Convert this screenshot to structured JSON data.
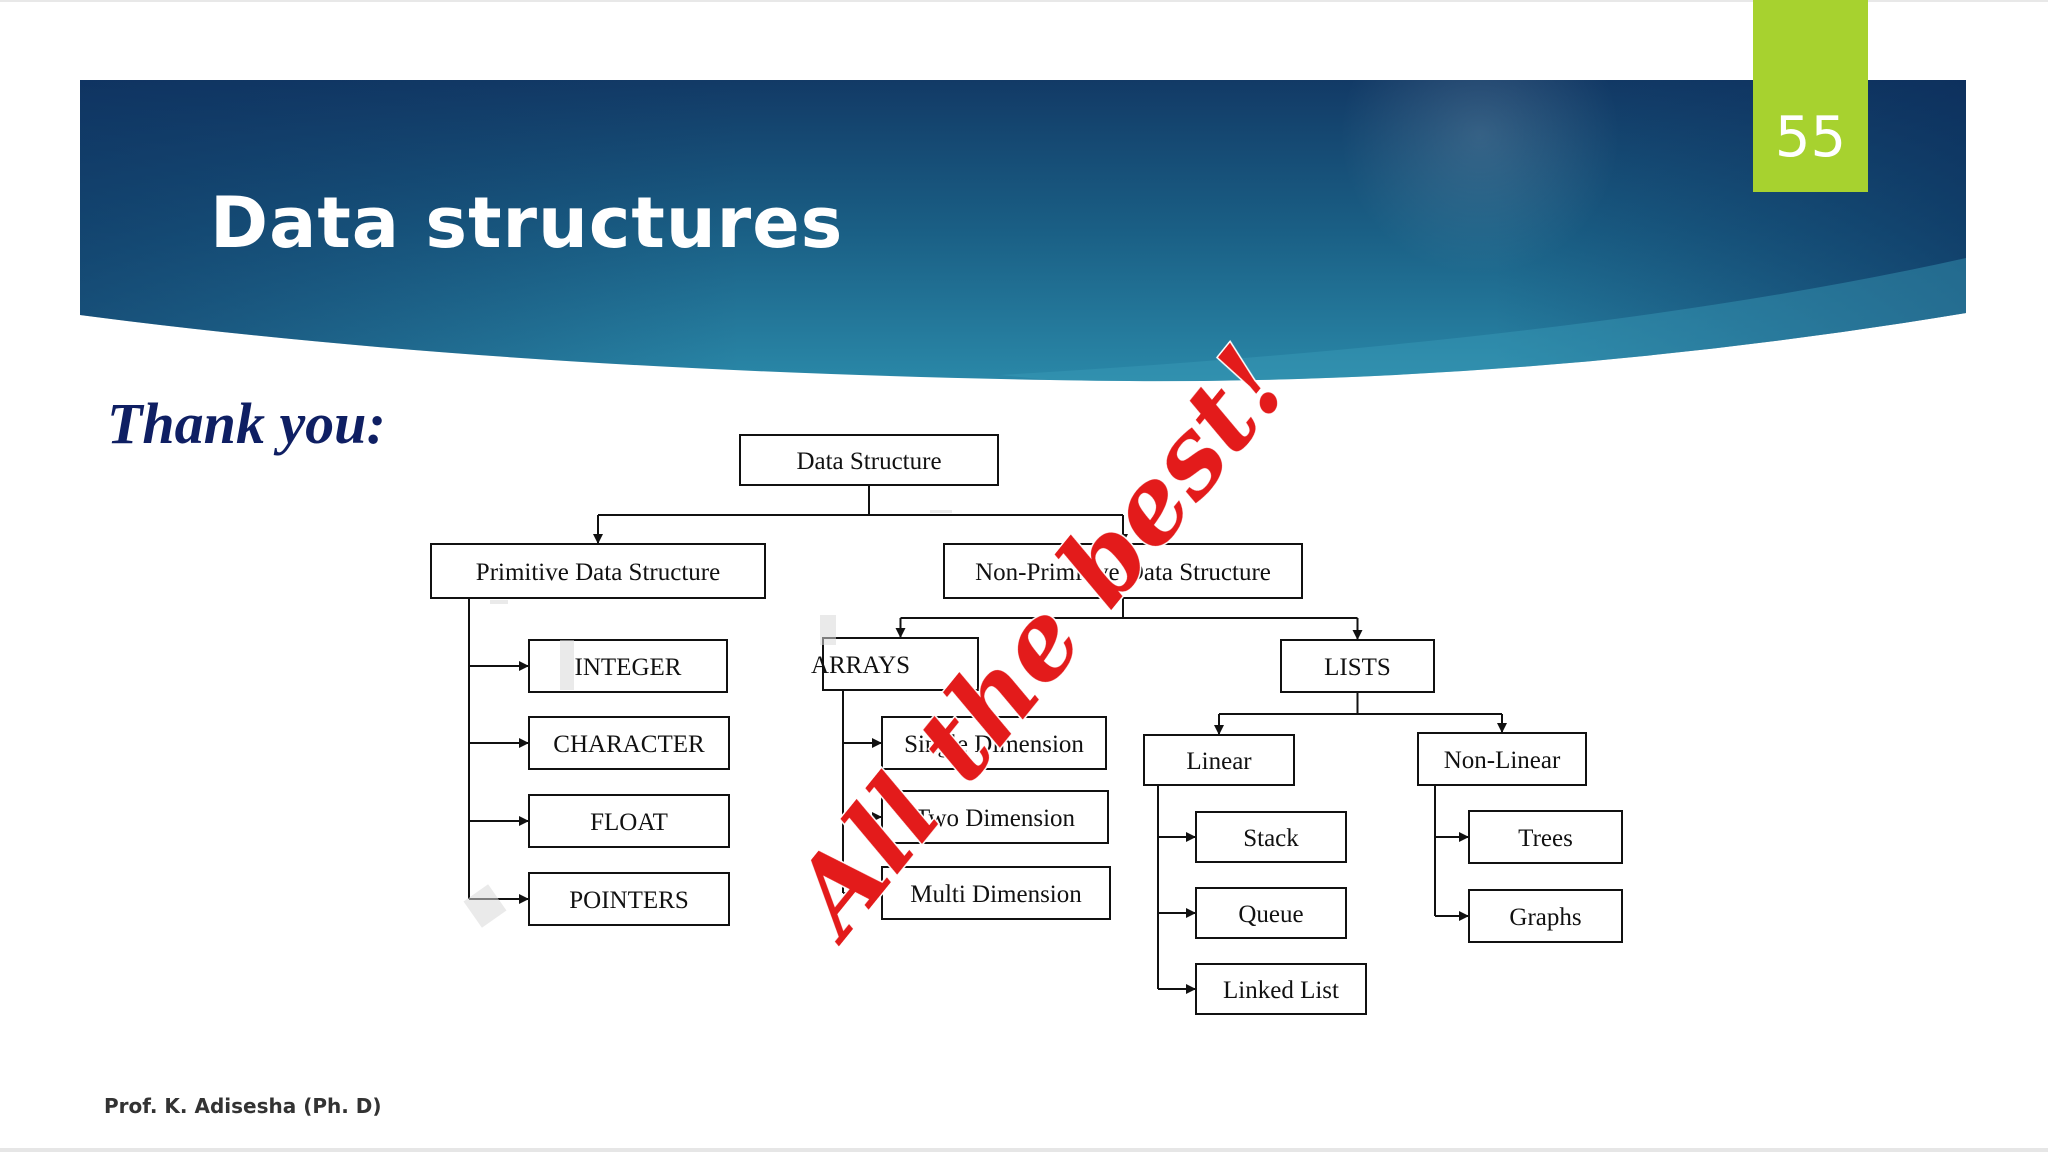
{
  "slide": {
    "title": "Data structures",
    "number": "55",
    "subtitle": "Thank you:",
    "footer": "Prof. K. Adisesha (Ph. D)",
    "overlay_text": "All the best!"
  },
  "colors": {
    "banner_dark": "#0d2f5e",
    "banner_mid": "#1c6b8f",
    "accent_green": "#a7d22f",
    "subtitle_navy": "#0f1f63",
    "overlay_red": "#e31b1b"
  },
  "diagram": {
    "nodes": [
      {
        "id": "root",
        "label": "Data Structure"
      },
      {
        "id": "primitive",
        "label": "Primitive Data Structure"
      },
      {
        "id": "non_primitive",
        "label": "Non-Primitive Data Structure"
      },
      {
        "id": "integer",
        "label": "INTEGER"
      },
      {
        "id": "character",
        "label": "CHARACTER"
      },
      {
        "id": "float",
        "label": "FLOAT"
      },
      {
        "id": "pointers",
        "label": "POINTERS"
      },
      {
        "id": "arrays",
        "label": "ARRAYS"
      },
      {
        "id": "lists",
        "label": "LISTS"
      },
      {
        "id": "single",
        "label": "Single Dimension"
      },
      {
        "id": "two",
        "label": "Two Dimension"
      },
      {
        "id": "multi",
        "label": "Multi Dimension"
      },
      {
        "id": "linear",
        "label": "Linear"
      },
      {
        "id": "nonlinear",
        "label": "Non-Linear"
      },
      {
        "id": "stack",
        "label": "Stack"
      },
      {
        "id": "queue",
        "label": "Queue"
      },
      {
        "id": "linked",
        "label": "Linked List"
      },
      {
        "id": "trees",
        "label": "Trees"
      },
      {
        "id": "graphs",
        "label": "Graphs"
      }
    ],
    "edges": [
      {
        "from": "root",
        "to": "primitive"
      },
      {
        "from": "root",
        "to": "non_primitive"
      },
      {
        "from": "primitive",
        "to": "integer"
      },
      {
        "from": "primitive",
        "to": "character"
      },
      {
        "from": "primitive",
        "to": "float"
      },
      {
        "from": "primitive",
        "to": "pointers"
      },
      {
        "from": "non_primitive",
        "to": "arrays"
      },
      {
        "from": "non_primitive",
        "to": "lists"
      },
      {
        "from": "arrays",
        "to": "single"
      },
      {
        "from": "arrays",
        "to": "two"
      },
      {
        "from": "arrays",
        "to": "multi"
      },
      {
        "from": "lists",
        "to": "linear"
      },
      {
        "from": "lists",
        "to": "nonlinear"
      },
      {
        "from": "linear",
        "to": "stack"
      },
      {
        "from": "linear",
        "to": "queue"
      },
      {
        "from": "linear",
        "to": "linked"
      },
      {
        "from": "nonlinear",
        "to": "trees"
      },
      {
        "from": "nonlinear",
        "to": "graphs"
      }
    ]
  }
}
